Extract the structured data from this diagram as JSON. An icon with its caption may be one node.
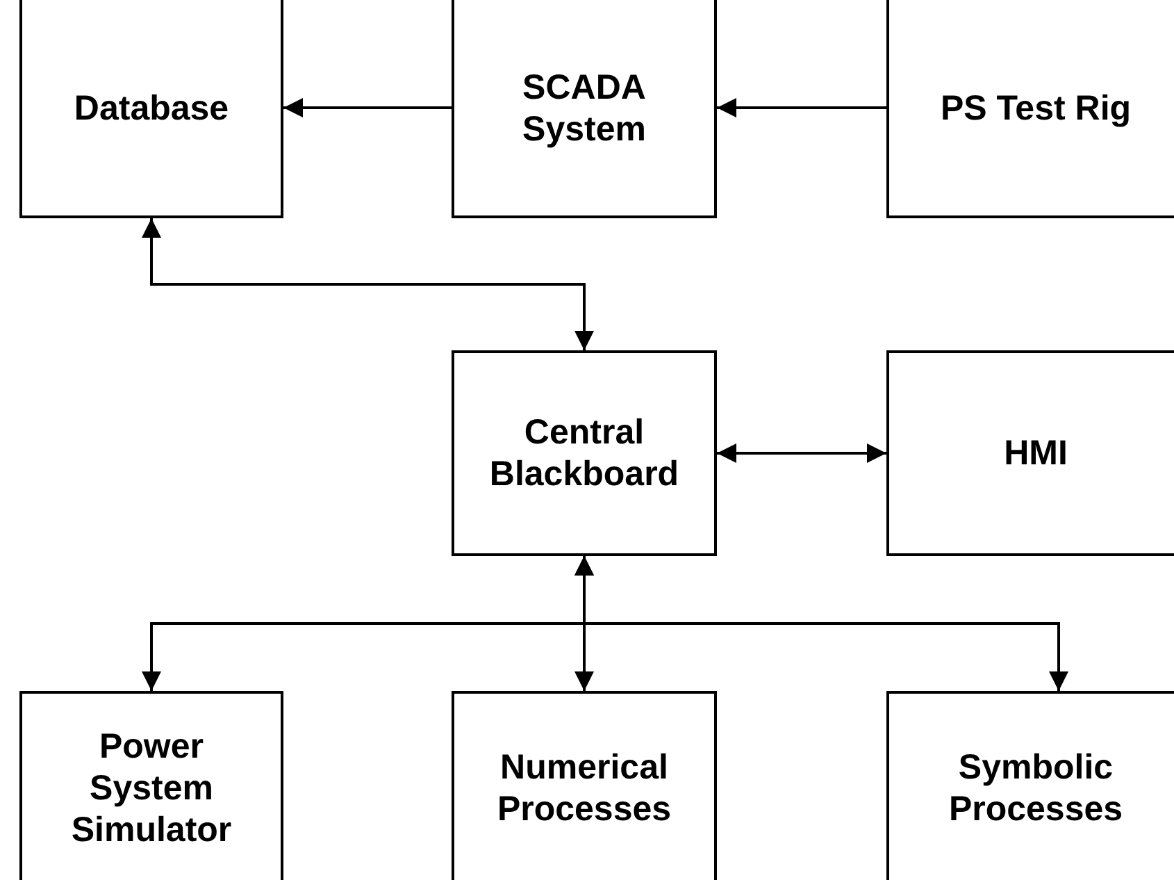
{
  "diagram": {
    "nodes": [
      {
        "text": [
          "Database"
        ]
      },
      {
        "text": [
          "SCADA System"
        ]
      },
      {
        "text": [
          "PS Test Rig"
        ]
      },
      {
        "text": [
          "Central Blackboard"
        ]
      },
      {
        "text": [
          "HMI"
        ]
      },
      {
        "text": [
          "Power System Simulator"
        ]
      },
      {
        "text": [
          "Numerical Processes"
        ]
      },
      {
        "text": [
          "Symbolic Processes"
        ]
      }
    ],
    "edges": [
      {
        "from": 1,
        "to": 0,
        "arrow": "to"
      },
      {
        "from": 2,
        "to": 1,
        "arrow": "to"
      },
      {
        "from": 0,
        "to": 3,
        "arrow": "both"
      },
      {
        "from": 3,
        "to": 4,
        "arrow": "both"
      },
      {
        "from": 3,
        "to": 5,
        "arrow": "both"
      },
      {
        "from": 3,
        "to": 6,
        "arrow": "both"
      },
      {
        "from": 3,
        "to": 7,
        "arrow": "both"
      }
    ]
  }
}
